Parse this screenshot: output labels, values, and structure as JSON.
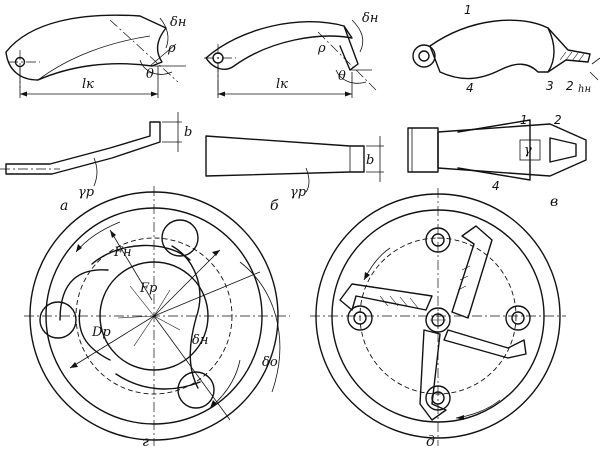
{
  "figures": [
    {
      "id": "a",
      "caption": "а"
    },
    {
      "id": "b",
      "caption": "б"
    },
    {
      "id": "v",
      "caption": "в"
    },
    {
      "id": "g",
      "caption": "г"
    },
    {
      "id": "d",
      "caption": "д"
    }
  ],
  "labels": {
    "delta_n": "δн",
    "rho": "ρ",
    "theta": "θ",
    "l_k": "lк",
    "b": "b",
    "gamma_p": "γр",
    "h_n": "hн",
    "gamma": "γ",
    "F_n": "Fн",
    "F_p": "Fр",
    "D_p": "Dр",
    "delta_o": "δо"
  },
  "part_numbers": [
    "1",
    "2",
    "3",
    "4"
  ]
}
